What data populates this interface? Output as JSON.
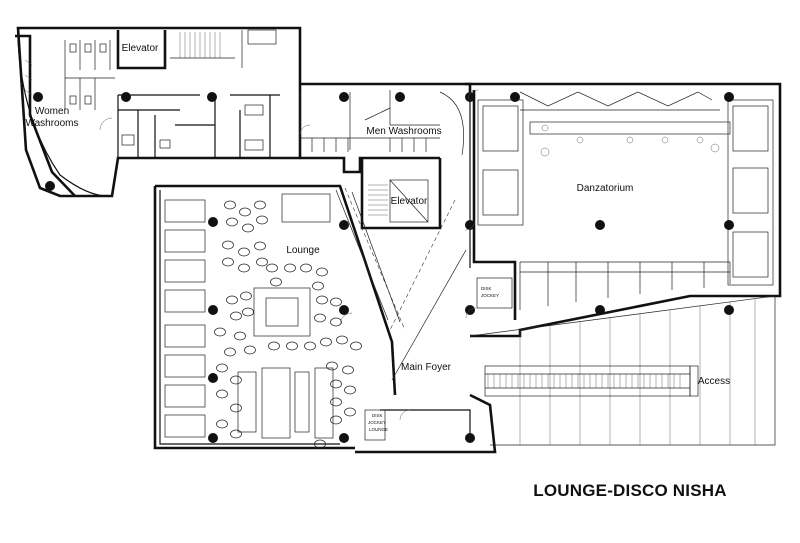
{
  "title": "LOUNGE-DISCO NISHA",
  "rooms": {
    "women_washrooms": [
      "Women",
      "Washrooms"
    ],
    "elevator_top": "Elevator",
    "men_washrooms": "Men Washrooms",
    "elevator_center": "Elevator",
    "danzatorium": "Danzatorium",
    "lounge": "Lounge",
    "disk_jockey_right": [
      "DISK",
      "JOCKEY"
    ],
    "main_foyer": "Main Foyer",
    "access": "Access",
    "disk_jockey_lounge": [
      "DISK",
      "JOCKEY",
      "LOUNGE"
    ]
  }
}
